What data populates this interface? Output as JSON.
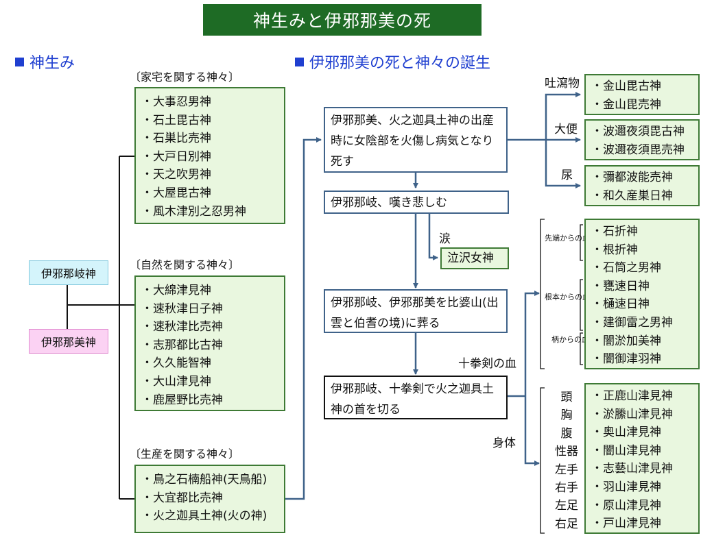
{
  "title": "神生みと伊邪那美の死",
  "left_section": {
    "heading": "神生み",
    "father": "伊邪那岐神",
    "mother": "伊邪那美神",
    "groups": [
      {
        "label": "〔家宅を関する神々〕",
        "items": [
          "大事忍男神",
          "石土毘古神",
          "石巣比売神",
          "大戸日別神",
          "天之吹男神",
          "大屋毘古神",
          "風木津別之忍男神"
        ]
      },
      {
        "label": "〔自然を関する神々〕",
        "items": [
          "大綿津見神",
          "速秋津日子神",
          "速秋津比売神",
          "志那都比古神",
          "久久能智神",
          "大山津見神",
          "鹿屋野比売神"
        ]
      },
      {
        "label": "〔生産を関する神々〕",
        "items": [
          "鳥之石楠船神(天鳥船)",
          "大宜都比売神",
          "火之迦具土神(火の神)"
        ]
      }
    ]
  },
  "right_section": {
    "heading": "伊邪那美の死と神々の誕生",
    "steps": [
      "伊邪那美、火之迦具土神の出産時に女陰部を火傷し病気となり死す",
      "伊邪那岐、嘆き悲しむ",
      "伊邪那岐、伊邪那美を比婆山(出雲と伯耆の境)に葬る",
      "伊邪那岐、十拳剣で火之迦具土神の首を切る"
    ],
    "tears": {
      "label": "涙",
      "deity": "泣沢女神"
    },
    "excretions": [
      {
        "label": "吐瀉物",
        "items": [
          "金山毘古神",
          "金山毘売神"
        ]
      },
      {
        "label": "大便",
        "items": [
          "波邇夜須毘古神",
          "波邇夜須毘売神"
        ]
      },
      {
        "label": "尿",
        "items": [
          "彌都波能売神",
          "和久産巣日神"
        ]
      }
    ],
    "sword_label": "十拳剣の血",
    "blood_sources": [
      "先端からの血",
      "根本からの血",
      "柄からの血"
    ],
    "blood_items": [
      "石折神",
      "根折神",
      "石筒之男神",
      "甕速日神",
      "樋速日神",
      "建御雷之男神",
      "闇淤加美神",
      "闇御津羽神"
    ],
    "body_label": "身体",
    "body_parts": [
      "頭",
      "胸",
      "腹",
      "性器",
      "左手",
      "右手",
      "左足",
      "右足"
    ],
    "body_items": [
      "正鹿山津見神",
      "淤縢山津見神",
      "奥山津見神",
      "闇山津見神",
      "志藝山津見神",
      "羽山津見神",
      "原山津見神",
      "戸山津見神"
    ]
  },
  "colors": {
    "title_bg": "#1e6b25",
    "heading": "#1f3fd0",
    "box_fill": "#e9f7df",
    "box_border": "#3e7a35",
    "arrow": "#3f6289"
  }
}
